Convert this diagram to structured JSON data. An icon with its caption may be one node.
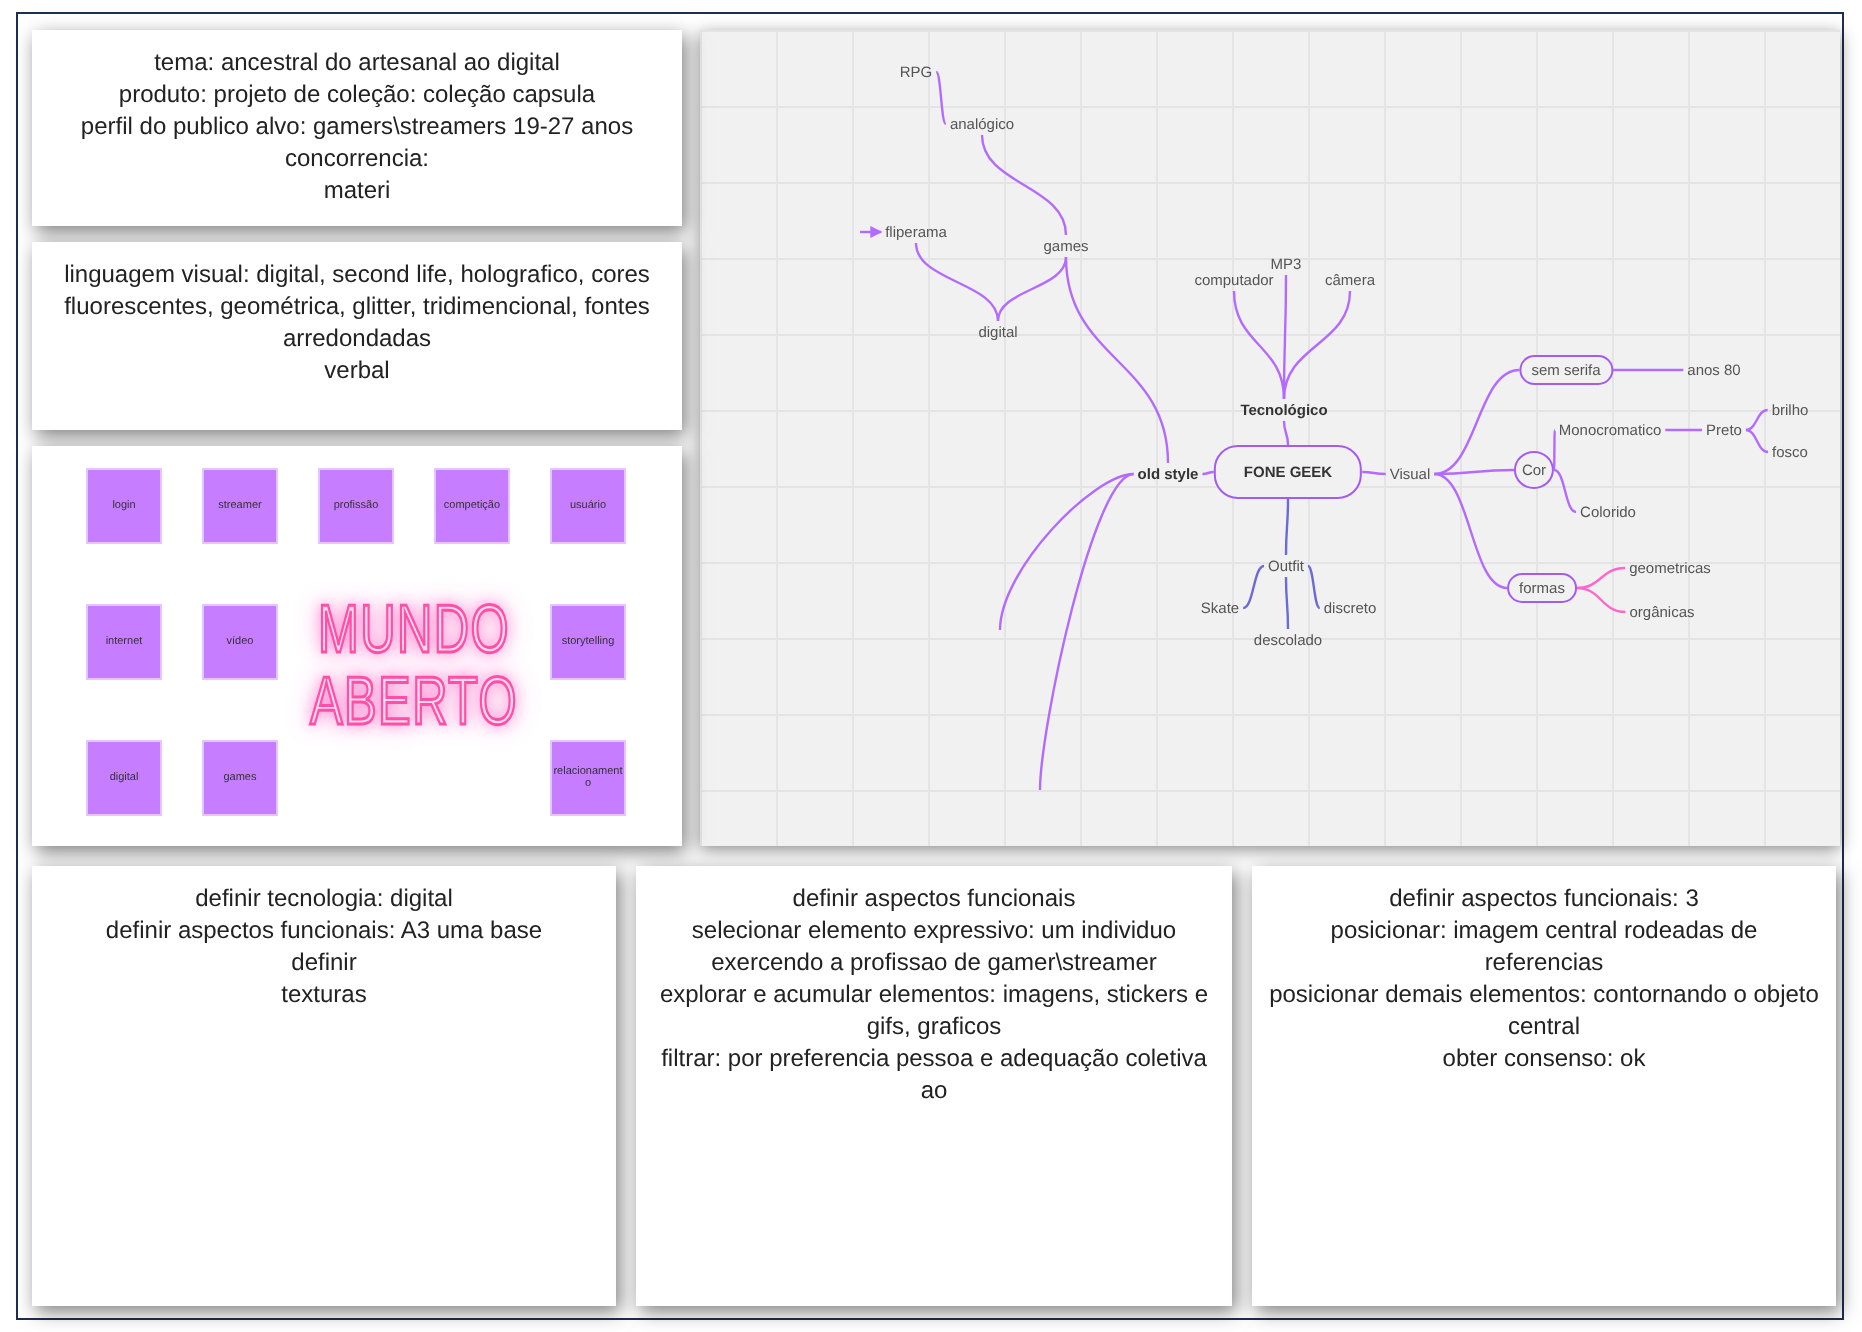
{
  "diagram": {
    "nodes": [
      {
        "text": [],
        "shape": "box"
      },
      {
        "text": [
          "RPG"
        ],
        "in": 0
      },
      {
        "text": [
          "analógico"
        ],
        "in": 0
      },
      {
        "text": [
          "fliperama"
        ],
        "in": 0
      },
      {
        "text": [
          "digital"
        ],
        "in": 0
      },
      {
        "text": [
          "games"
        ],
        "in": 0
      },
      {
        "text": [
          "old style"
        ],
        "in": 0
      },
      {
        "text": [
          "FONE GEEK"
        ],
        "in": 0
      },
      {
        "text": [
          "Tecnológico"
        ],
        "in": 0
      },
      {
        "text": [
          "computador"
        ],
        "in": 0
      },
      {
        "text": [
          "MP3"
        ],
        "in": 0
      },
      {
        "text": [
          "câmera"
        ],
        "in": 0
      },
      {
        "text": [
          "Visual"
        ],
        "in": 0
      },
      {
        "text": [
          "sem serifa"
        ],
        "in": 0
      },
      {
        "text": [
          "anos 80"
        ],
        "in": 0
      },
      {
        "text": [
          "Cor"
        ],
        "in": 0
      },
      {
        "text": [
          "Monocromatico"
        ],
        "in": 0
      },
      {
        "text": [
          "Preto"
        ],
        "in": 0
      },
      {
        "text": [
          "brilho"
        ],
        "in": 0
      },
      {
        "text": [
          "fosco"
        ],
        "in": 0
      },
      {
        "text": [
          "Colorido"
        ],
        "in": 0
      },
      {
        "text": [
          "formas"
        ],
        "in": 0
      },
      {
        "text": [
          "geometricas"
        ],
        "in": 0
      },
      {
        "text": [
          "orgânicas"
        ],
        "in": 0
      },
      {
        "text": [
          "Outfit"
        ],
        "in": 0
      },
      {
        "text": [
          "Skate"
        ],
        "in": 0
      },
      {
        "text": [
          "discreto"
        ],
        "in": 0
      },
      {
        "text": [
          "descolado"
        ],
        "in": 0
      },
      {
        "text": [
          "tema: ancestral do artesanal ao digital",
          "produto: projeto de coleção: coleção capsula",
          "perfil do publico alvo: gamers\\streamers 19-27 anos",
          "concorrencia:",
          "materi"
        ]
      },
      {
        "text": [
          "linguagem visual: digital, second life, holografico, cores fluorescentes, geométrica, glitter, tridimencional, fontes arredondadas",
          "verbal"
        ]
      },
      {
        "text": [
          "MUNDO ABERTO"
        ]
      },
      {
        "text": [
          "login"
        ],
        "in": 30
      },
      {
        "text": [
          "streamer"
        ],
        "in": 30
      },
      {
        "text": [
          "profissão"
        ],
        "in": 30
      },
      {
        "text": [
          "competição"
        ],
        "in": 30
      },
      {
        "text": [
          "usuário"
        ],
        "in": 30
      },
      {
        "text": [
          "internet"
        ],
        "in": 30
      },
      {
        "text": [
          "vídeo"
        ],
        "in": 30
      },
      {
        "text": [
          "storytelling"
        ],
        "in": 30
      },
      {
        "text": [
          "digital"
        ],
        "in": 30
      },
      {
        "text": [
          "games"
        ],
        "in": 30
      },
      {
        "text": [
          "relacionamento"
        ],
        "in": 30
      },
      {
        "text": [
          "definir tecnologia: digital",
          "definir aspectos funcionais: A3 uma base",
          "definir",
          "texturas"
        ]
      },
      {
        "text": [
          "definir aspectos funcionais",
          "selecionar elemento expressivo: um individuo exercendo a profissao de gamer\\streamer",
          "explorar e acumular elementos: imagens, stickers e gifs, graficos",
          "filtrar: por preferencia pessoa e adequação coletiva ao"
        ]
      },
      {
        "text": [
          "definir aspectos funcionais:  3",
          "posicionar: imagem central rodeadas de referencias",
          "posicionar demais elementos: contornando o objeto central",
          "obter consenso: ok"
        ]
      }
    ],
    "edges": [
      {
        "from": 1,
        "to": 2,
        "arrow": "none"
      },
      {
        "from": 2,
        "to": 5,
        "arrow": "none"
      },
      {
        "from": null,
        "to": 3,
        "arrow": "to"
      },
      {
        "from": 3,
        "to": 4,
        "arrow": "none"
      },
      {
        "from": 4,
        "to": 5,
        "arrow": "none"
      },
      {
        "from": 5,
        "to": 6,
        "arrow": "none"
      },
      {
        "from": 6,
        "to": null,
        "arrow": "none"
      },
      {
        "from": 6,
        "to": null,
        "arrow": "none"
      },
      {
        "from": 6,
        "to": 7,
        "arrow": "none"
      },
      {
        "from": 7,
        "to": 8,
        "arrow": "none"
      },
      {
        "from": 8,
        "to": 9,
        "arrow": "none"
      },
      {
        "from": 8,
        "to": 10,
        "arrow": "none"
      },
      {
        "from": 8,
        "to": 11,
        "arrow": "none"
      },
      {
        "from": 7,
        "to": 12,
        "arrow": "none"
      },
      {
        "from": 12,
        "to": 13,
        "arrow": "none"
      },
      {
        "from": 13,
        "to": 14,
        "arrow": "none"
      },
      {
        "from": 12,
        "to": 15,
        "arrow": "none"
      },
      {
        "from": 15,
        "to": 16,
        "arrow": "none"
      },
      {
        "from": 16,
        "to": 17,
        "arrow": "none"
      },
      {
        "from": 17,
        "to": 18,
        "arrow": "none"
      },
      {
        "from": 17,
        "to": 19,
        "arrow": "none"
      },
      {
        "from": 15,
        "to": 20,
        "arrow": "none"
      },
      {
        "from": 12,
        "to": 21,
        "arrow": "none"
      },
      {
        "from": 21,
        "to": 22,
        "arrow": "none",
        "color": "#ff66cc"
      },
      {
        "from": 21,
        "to": 23,
        "arrow": "none",
        "color": "#ff66cc"
      },
      {
        "from": 7,
        "to": 24,
        "arrow": "none",
        "color": "#6b6bd6"
      },
      {
        "from": 24,
        "to": 25,
        "arrow": "none",
        "color": "#6b6bd6"
      },
      {
        "from": 24,
        "to": 26,
        "arrow": "none",
        "color": "#6b6bd6"
      },
      {
        "from": 24,
        "to": 27,
        "arrow": "none",
        "color": "#6b6bd6"
      }
    ]
  }
}
